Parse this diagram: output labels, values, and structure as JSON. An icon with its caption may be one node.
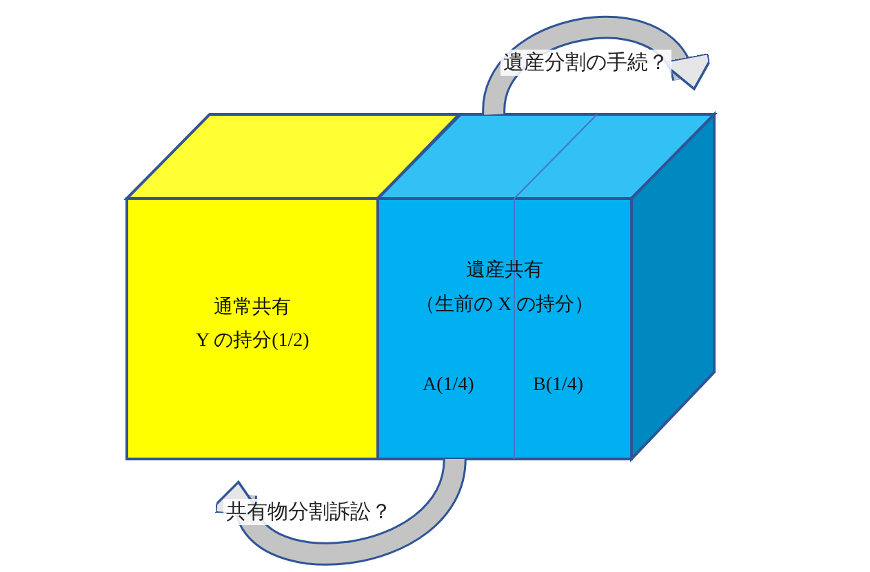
{
  "diagram": {
    "nodes": [
      {
        "text": [
          "通常共有",
          "Y の持分(1/2)"
        ]
      },
      {
        "text": [
          "遺産共有",
          "（生前の X の持分）",
          "A(1/4)",
          "B(1/4)"
        ]
      }
    ],
    "edges": [
      {
        "from": 1,
        "to": 1,
        "arrow": "to",
        "label": "遺産分割の手続？"
      },
      {
        "from": 1,
        "to": 0,
        "arrow": "to",
        "label": "共有物分割訴訟？"
      }
    ]
  }
}
